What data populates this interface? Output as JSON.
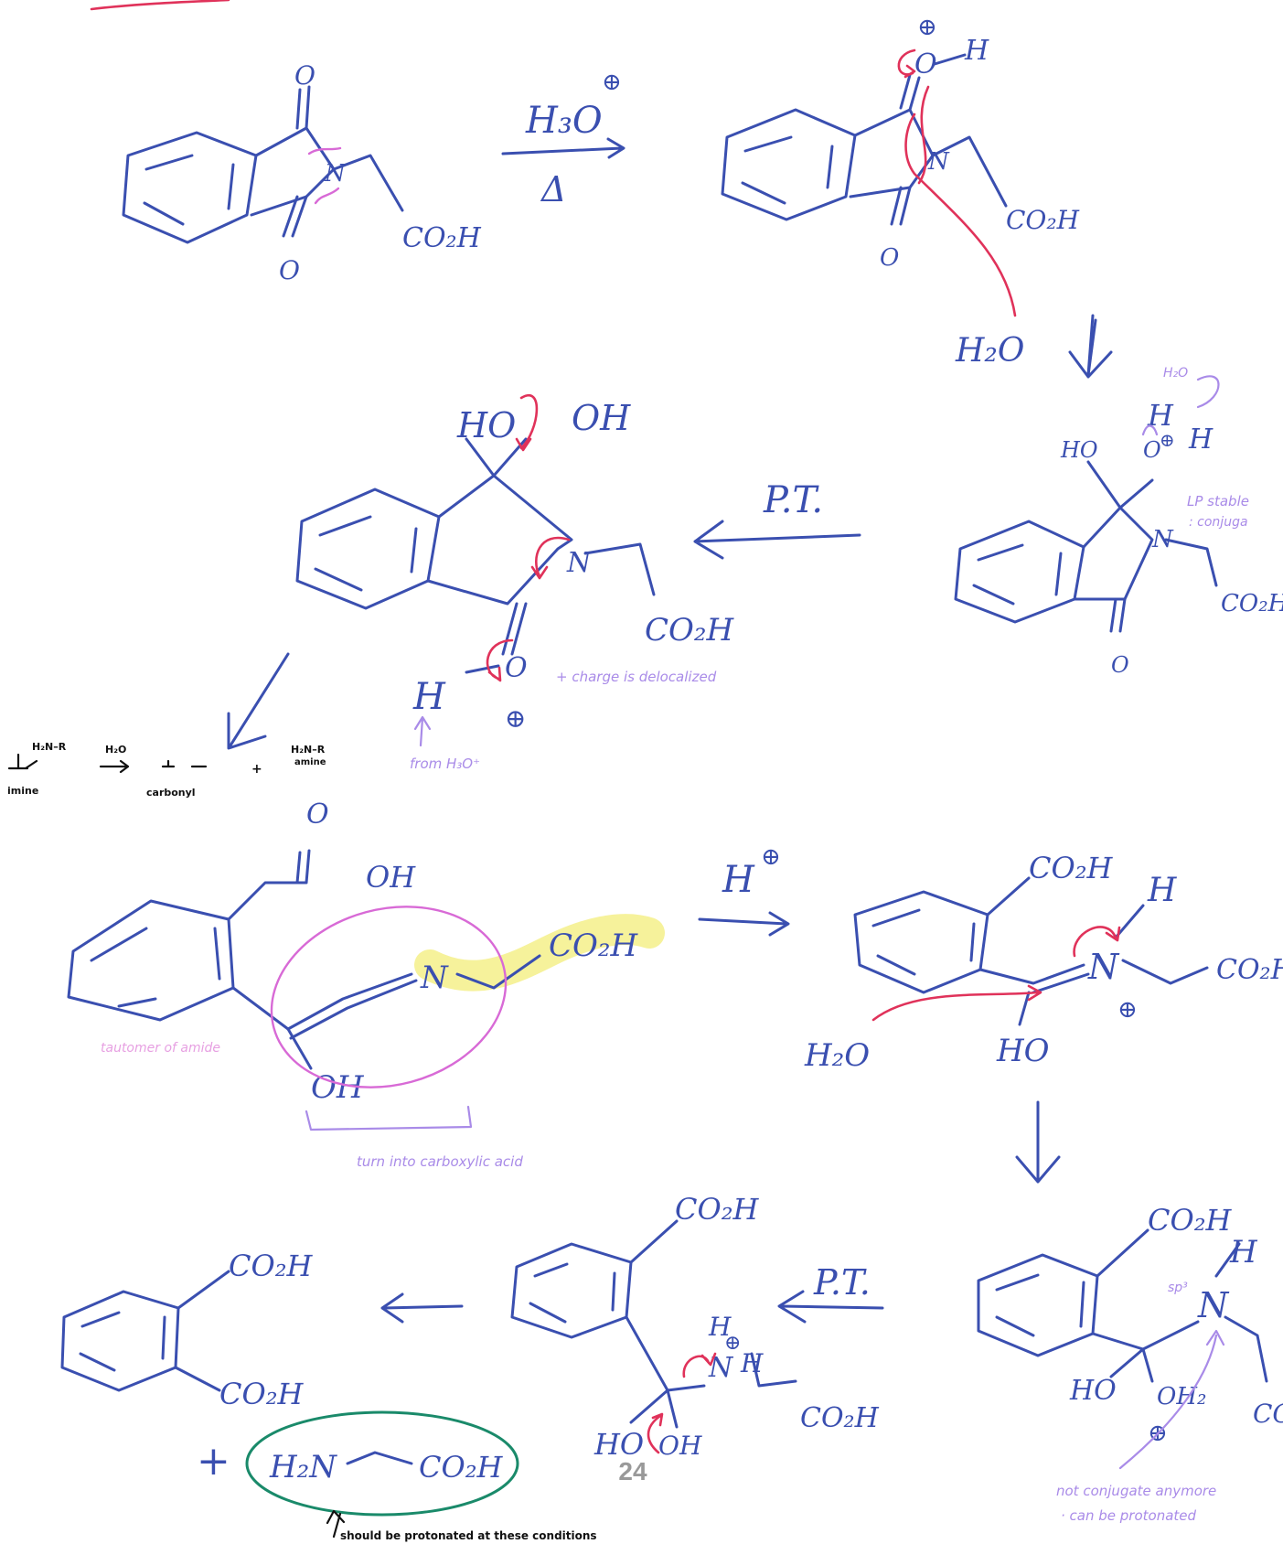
{
  "page_number": "24",
  "labels": {
    "reagent_h3o": "H₃O",
    "plus_sup": "⊕",
    "delta": "Δ",
    "o_top": "O",
    "o_bot": "O",
    "co2h": "CO₂H",
    "n": "N",
    "h": "H",
    "h2o": "H₂O",
    "ho": "HO",
    "oh": "OH",
    "pt": "P.T.",
    "h_plus": "H",
    "oh2": "OH₂",
    "h2n": "H₂N",
    "plus": "+",
    "sp3": "sp³"
  },
  "notes": {
    "h2o_small": "H₂O",
    "lp_stable": "LP stable",
    "conjugated": ": conjuga",
    "charge_delocalized": "+ charge is delocalized",
    "from_h3o": "from H₃O⁺",
    "imine": "imine",
    "carbonyl": "carbonyl",
    "amine": "amine",
    "h2o_black": "H₂O",
    "imine_amine": "H₂N–R",
    "tautomer": "tautomer of amide",
    "turn_into": "turn into carboxylic acid",
    "not_conjugate": "not conjugate anymore",
    "can_be_protonated": "· can be protonated",
    "should_be": "should be protonated at these conditions"
  },
  "colors": {
    "ink_blue": "#3a4fb0",
    "arrow_red": "#e0325a",
    "note_lavender": "#a98be8",
    "note_pink": "#e7a0e2",
    "highlight_yellow": "#f4f08a",
    "circle_teal": "#1a8a6a"
  }
}
